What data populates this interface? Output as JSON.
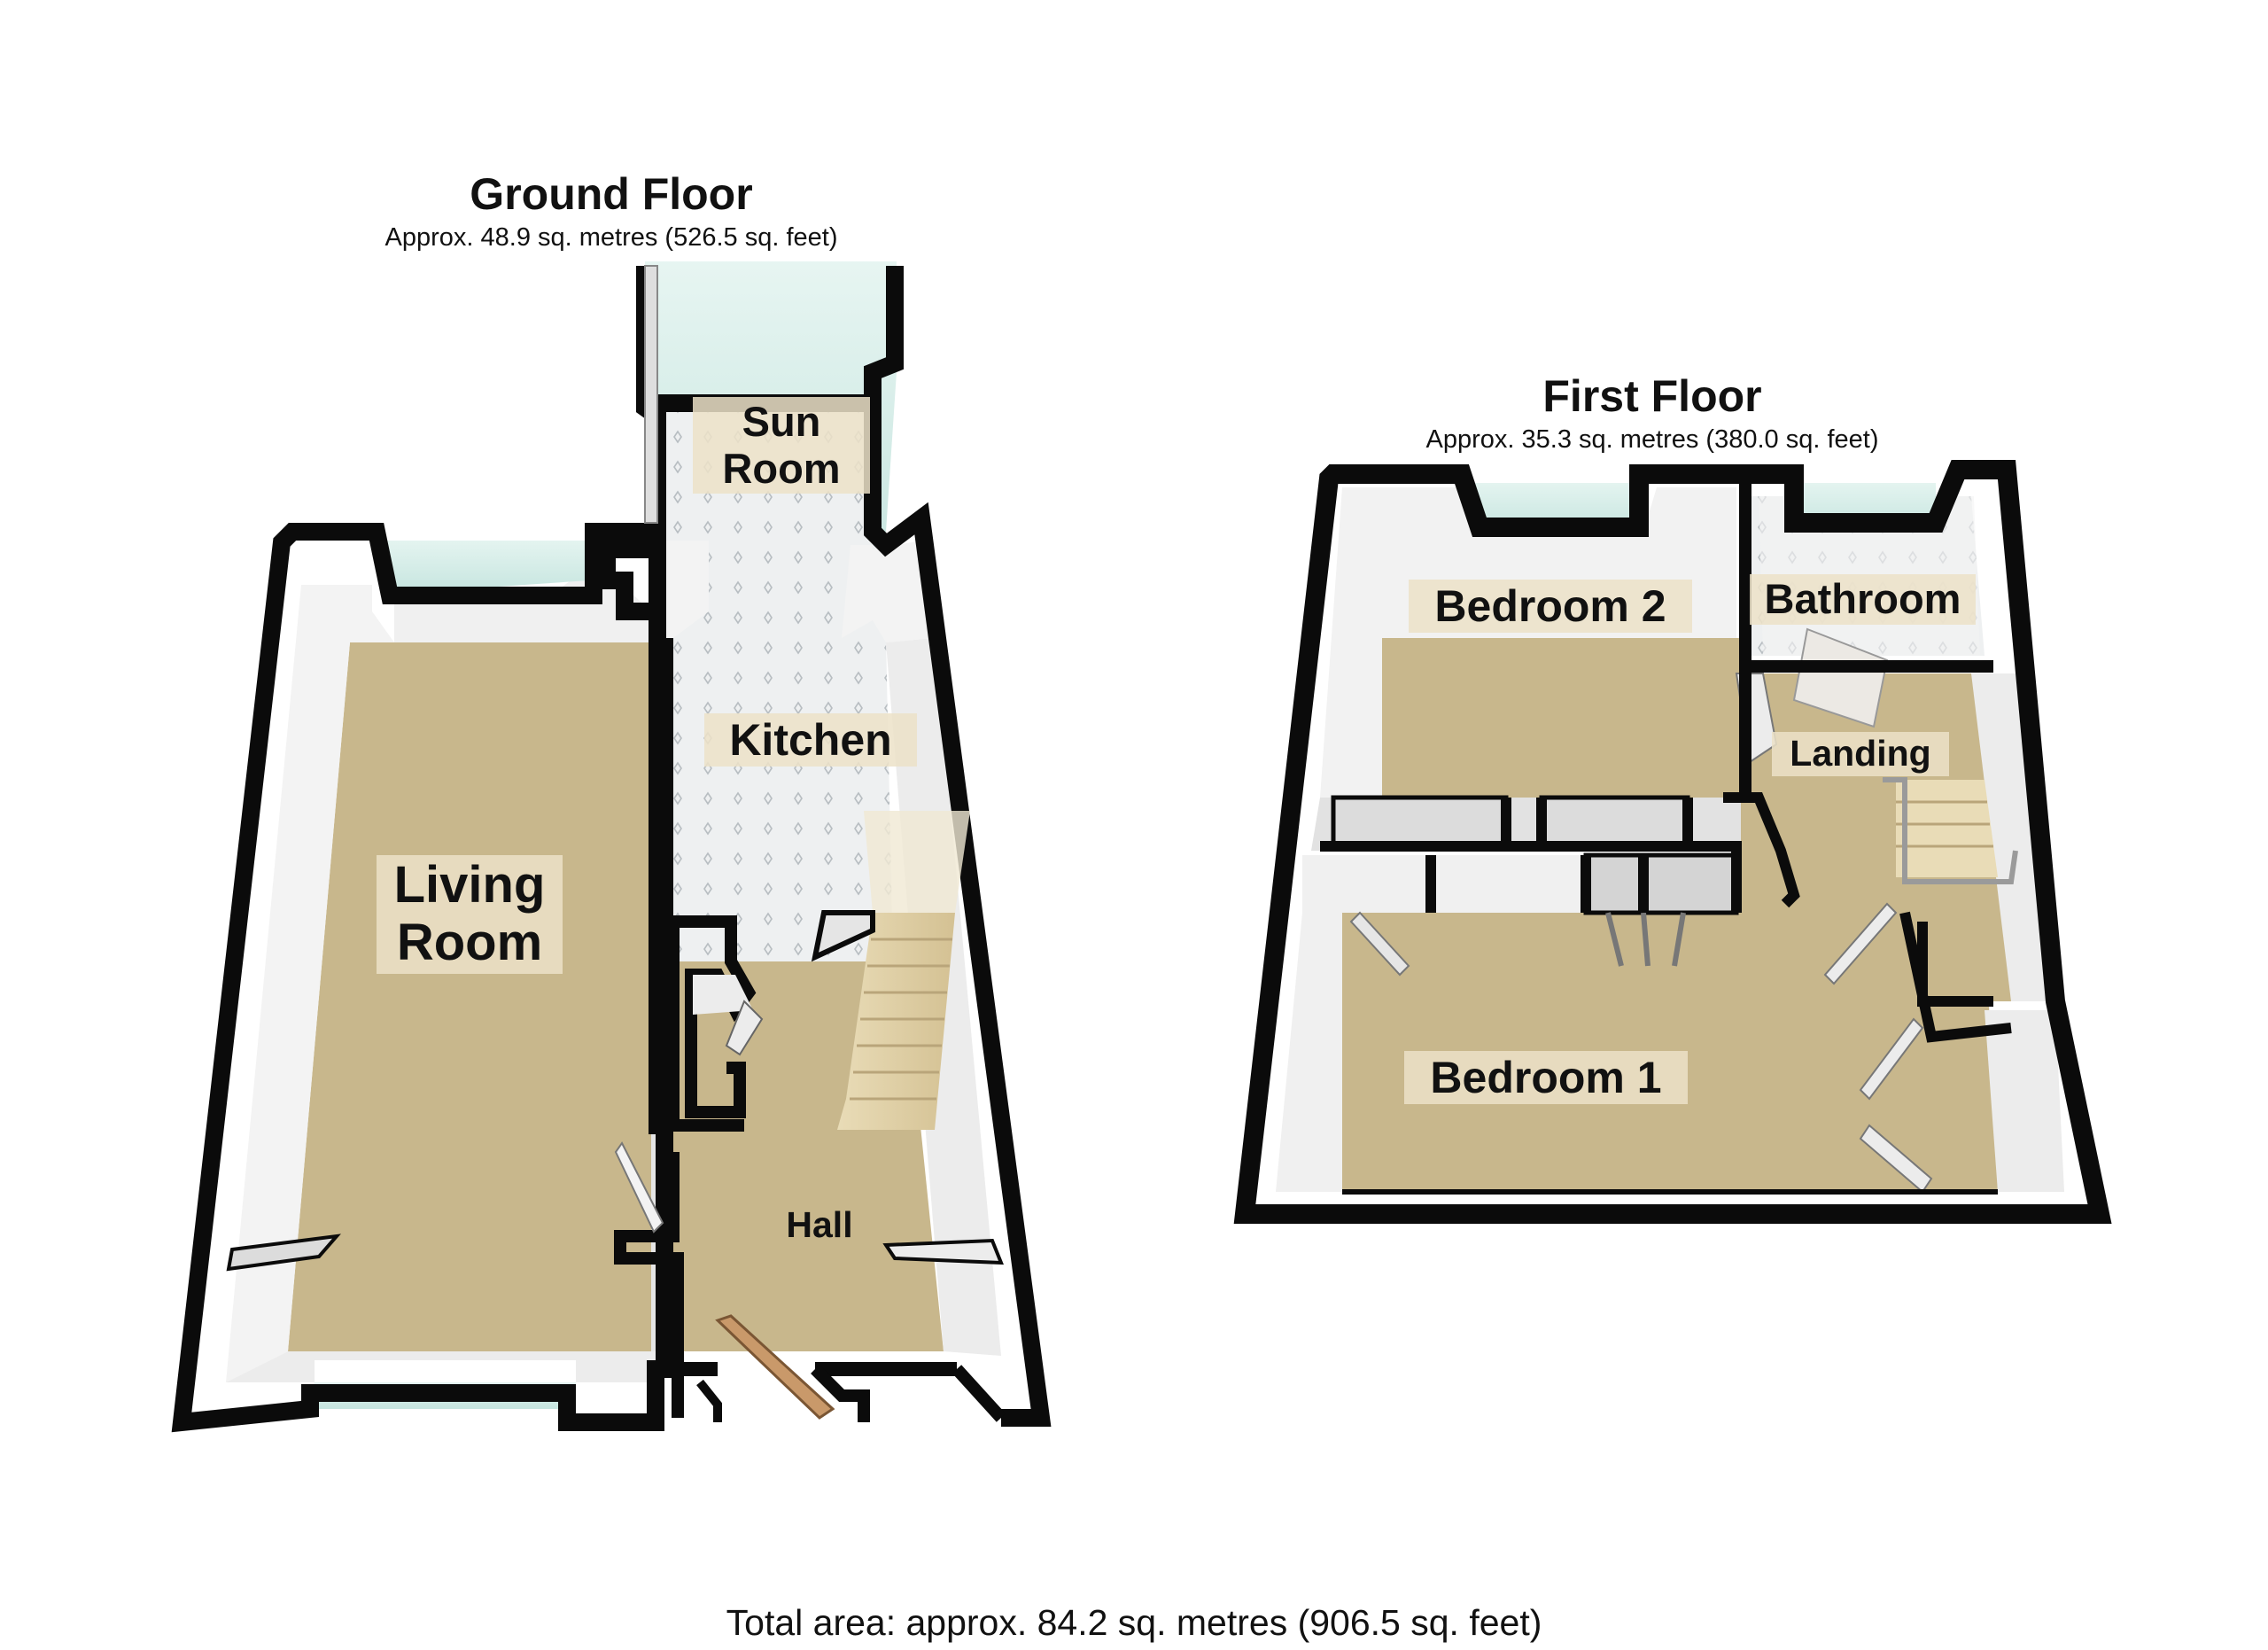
{
  "floors": [
    {
      "title": "Ground Floor",
      "area": "Approx. 48.9 sq. metres (526.5 sq. feet)",
      "rooms": {
        "sun_room": "Sun\nRoom",
        "kitchen": "Kitchen",
        "living_room": "Living\nRoom",
        "hall": "Hall"
      }
    },
    {
      "title": "First Floor",
      "area": "Approx. 35.3 sq. metres (380.0 sq. feet)",
      "rooms": {
        "bedroom_2": "Bedroom 2",
        "bathroom": "Bathroom",
        "landing": "Landing",
        "bedroom_1": "Bedroom 1"
      }
    }
  ],
  "total": "Total area: approx. 84.2 sq. metres (906.5 sq. feet)",
  "colors": {
    "wall": "#0b0b0b",
    "carpet": "#c8b78c",
    "tile": "#eef0f1",
    "window": "#d3ece6",
    "inner_wall": "#f4f4f4"
  }
}
